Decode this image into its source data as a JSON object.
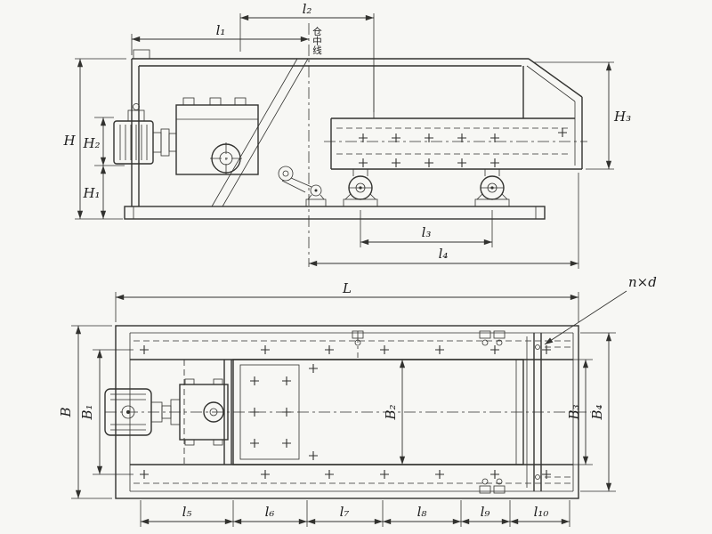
{
  "style": {
    "background": "#f7f7f4",
    "line_color": "#32322f"
  },
  "top_view": {
    "centerline_label": "仓中线",
    "dimensions": {
      "l1": "l₁",
      "l2": "l₂",
      "l3": "l₃",
      "l4": "l₄",
      "H": "H",
      "H1": "H₁",
      "H2": "H₂",
      "H3": "H₃"
    }
  },
  "bottom_view": {
    "dimensions": {
      "L": "L",
      "nxd": "n×d",
      "B": "B",
      "B1": "B₁",
      "B2": "B₂",
      "B3": "B₃",
      "B4": "B₄",
      "l5": "l₅",
      "l6": "l₆",
      "l7": "l₇",
      "l8": "l₈",
      "l9": "l₉",
      "l10": "l₁₀"
    }
  }
}
